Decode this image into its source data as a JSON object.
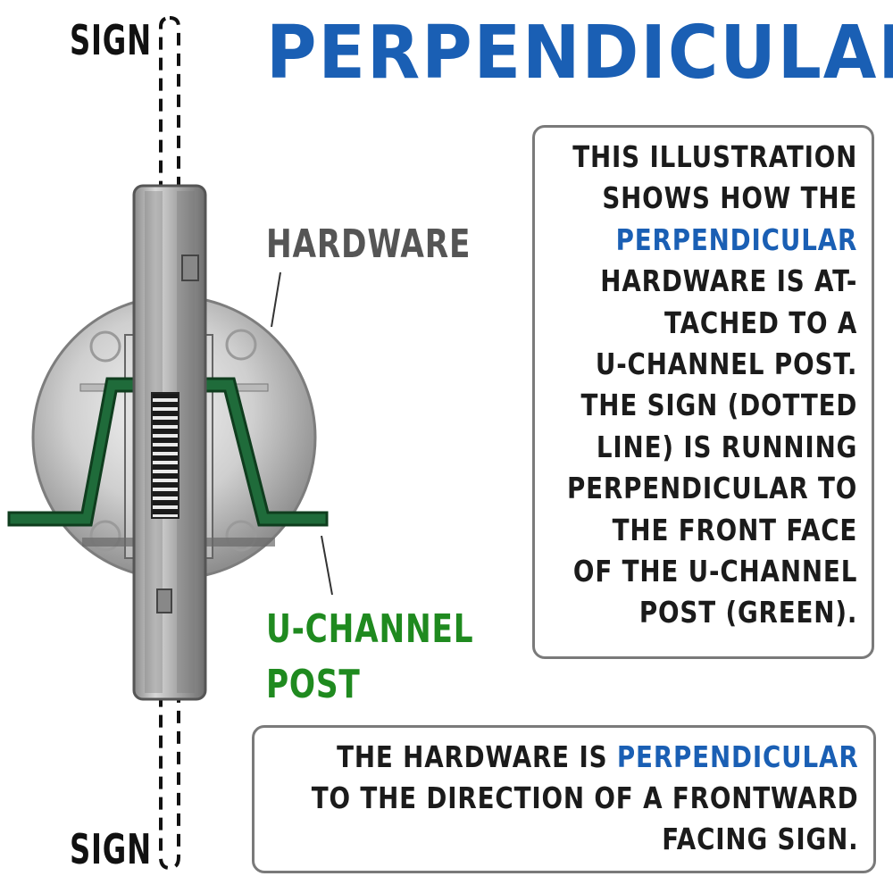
{
  "title": "PERPENDICULAR",
  "labels": {
    "sign_top": "SIGN",
    "sign_bottom": "SIGN",
    "hardware": "HARDWARE",
    "u_channel_line1": "U-CHANNEL",
    "u_channel_line2": "POST"
  },
  "description_box": {
    "lines": [
      {
        "before": "THIS ILLUSTRATION",
        "highlight": "",
        "after": ""
      },
      {
        "before": "SHOWS HOW THE",
        "highlight": "",
        "after": ""
      },
      {
        "before": "",
        "highlight": "PERPENDICULAR",
        "after": ""
      },
      {
        "before": "HARDWARE IS AT-",
        "highlight": "",
        "after": ""
      },
      {
        "before": "TACHED TO A",
        "highlight": "",
        "after": ""
      },
      {
        "before": "U-CHANNEL POST.",
        "highlight": "",
        "after": ""
      },
      {
        "before": "THE SIGN (DOTTED",
        "highlight": "",
        "after": ""
      },
      {
        "before": "LINE) IS RUNNING",
        "highlight": "",
        "after": ""
      },
      {
        "before": "PERPENDICULAR TO",
        "highlight": "",
        "after": ""
      },
      {
        "before": "THE FRONT FACE",
        "highlight": "",
        "after": ""
      },
      {
        "before": "OF THE U-CHANNEL",
        "highlight": "",
        "after": ""
      },
      {
        "before": "POST (GREEN).",
        "highlight": "",
        "after": ""
      }
    ]
  },
  "summary_box": {
    "lines": [
      {
        "before": "THE HARDWARE IS ",
        "highlight": "PERPENDICULAR",
        "after": ""
      },
      {
        "before": "TO THE DIRECTION OF A FRONTWARD",
        "highlight": "",
        "after": ""
      },
      {
        "before": "FACING SIGN.",
        "highlight": "",
        "after": ""
      }
    ]
  },
  "colors": {
    "title_blue": "#1a5fb4",
    "post_green": "#1f8a1f",
    "hardware_gray": "#555555",
    "box_border": "#7a7a7a"
  }
}
